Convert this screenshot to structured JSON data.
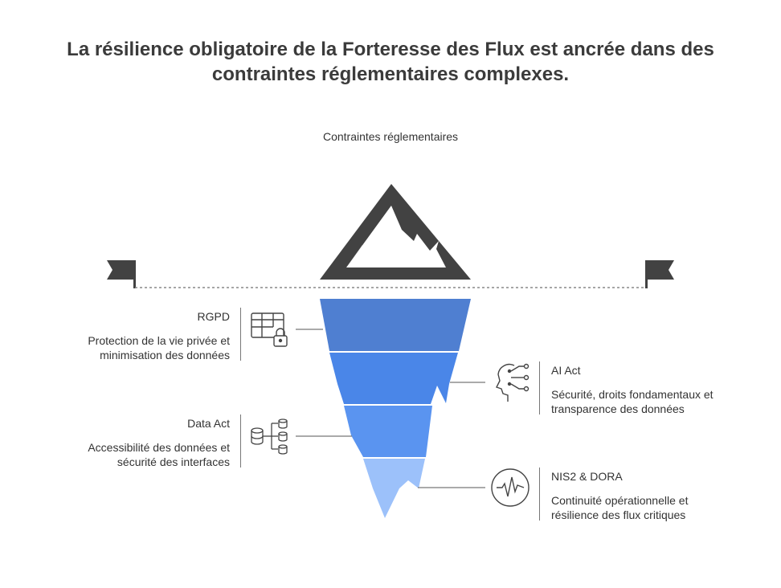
{
  "title": {
    "line1": "La résilience obligatoire de la Forteresse des Flux est ancrée dans des",
    "line2": "contraintes réglementaires complexes."
  },
  "subtitle": "Contraintes réglementaires",
  "layers": [
    {
      "name": "RGPD",
      "description_line1": "Protection de la vie privée et",
      "description_line2": "minimisation des données",
      "icon": "table-lock-icon",
      "color": "#4f7fd1",
      "side": "left"
    },
    {
      "name": "AI Act",
      "description_line1": "Sécurité, droits fondamentaux et",
      "description_line2": "transparence des données",
      "icon": "ai-head-icon",
      "color": "#4a86e8",
      "side": "right"
    },
    {
      "name": "Data Act",
      "description_line1": "Accessibilité des données et",
      "description_line2": "sécurité des interfaces",
      "icon": "database-network-icon",
      "color": "#5a94f0",
      "side": "left"
    },
    {
      "name": "NIS2 & DORA",
      "description_line1": "Continuité opérationnelle et",
      "description_line2": "résilience des flux critiques",
      "icon": "pulse-icon",
      "color": "#9cc1fa",
      "side": "right"
    }
  ],
  "colors": {
    "mountain": "#424242",
    "waterline": "#888888",
    "flag": "#424242",
    "connector": "#777777"
  }
}
